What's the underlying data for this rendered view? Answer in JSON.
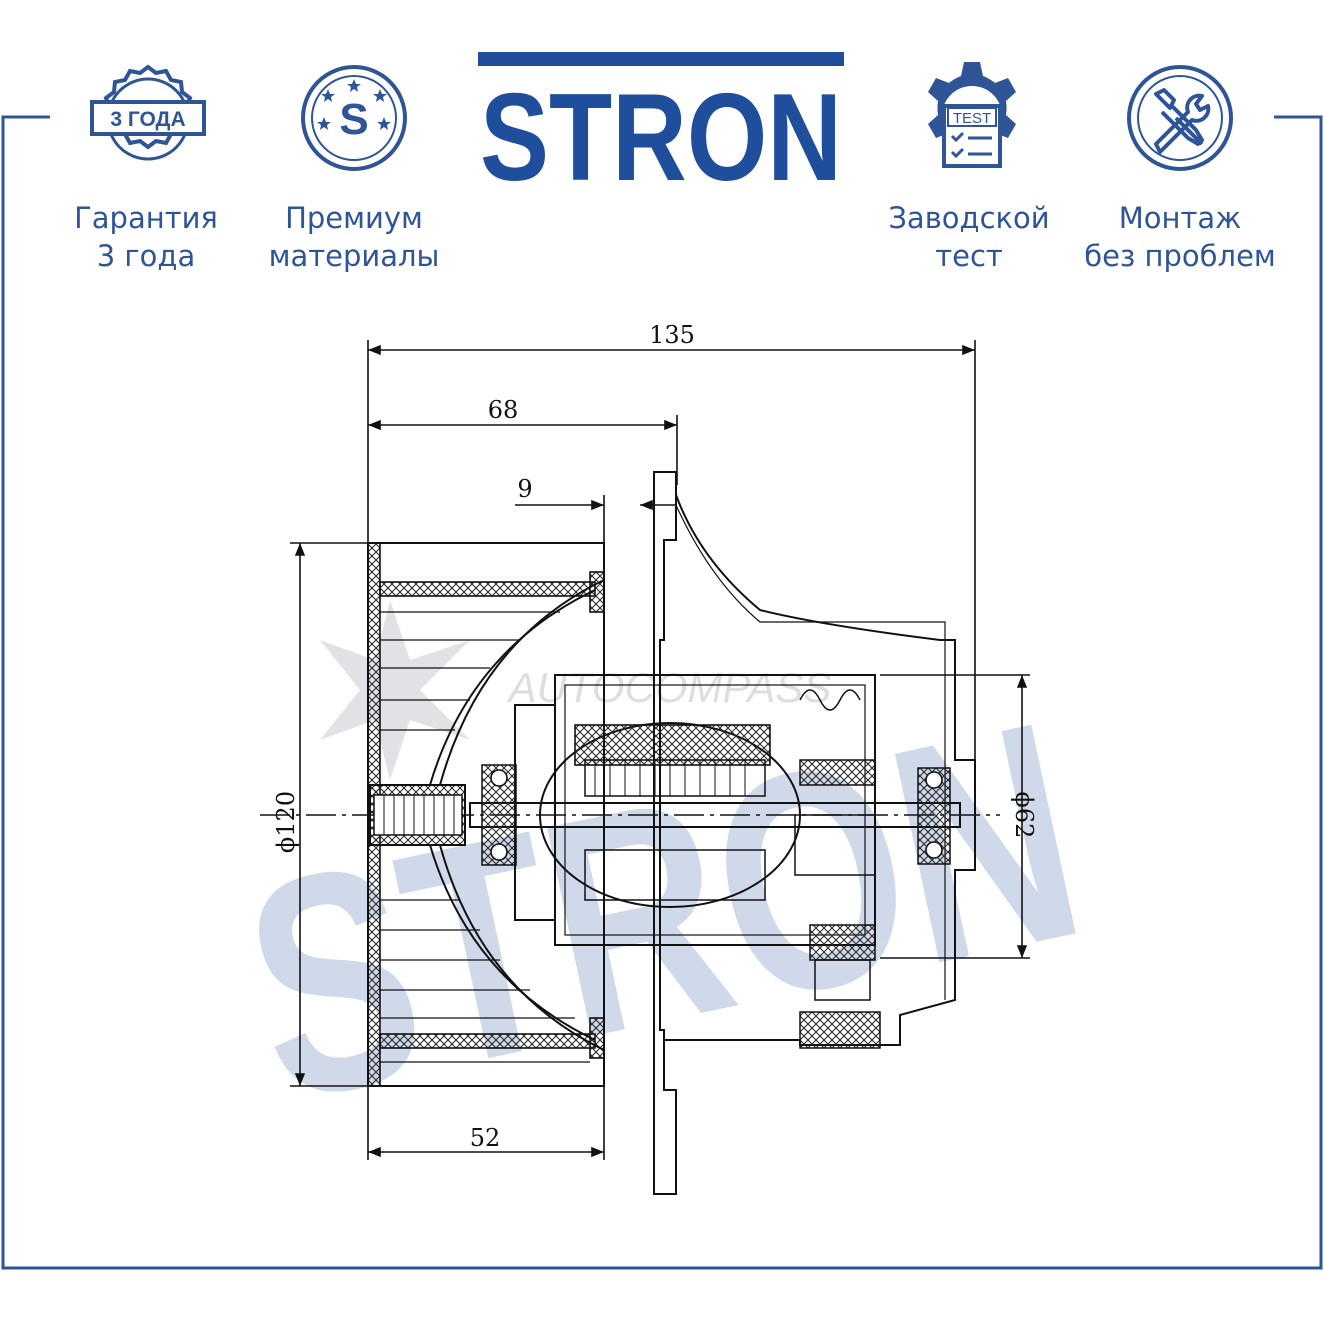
{
  "brand": {
    "name": "STRON",
    "color": "#1f4e9c"
  },
  "accent_color": "#2f5597",
  "badges": [
    {
      "icon": "warranty-seal-icon",
      "icon_text": "3 ГОДА",
      "line1": "Гарантия",
      "line2": "3 года"
    },
    {
      "icon": "premium-star-s-icon",
      "icon_text": "S",
      "line1": "Премиум",
      "line2": "материалы"
    },
    {
      "icon": "factory-test-gear-icon",
      "icon_text": "TEST",
      "line1": "Заводской",
      "line2": "тест"
    },
    {
      "icon": "wrench-screwdriver-icon",
      "line1": "Монтаж",
      "line2": "без проблем"
    }
  ],
  "dimensions": {
    "overall_length": "135",
    "impeller_to_flange": "68",
    "flange_offset": "9",
    "impeller_width": "52",
    "impeller_diameter": "ϕ120",
    "motor_diameter": "ϕ62"
  },
  "watermark": {
    "text": "STRON",
    "secondary_text": "AUTOCOMPASS"
  }
}
